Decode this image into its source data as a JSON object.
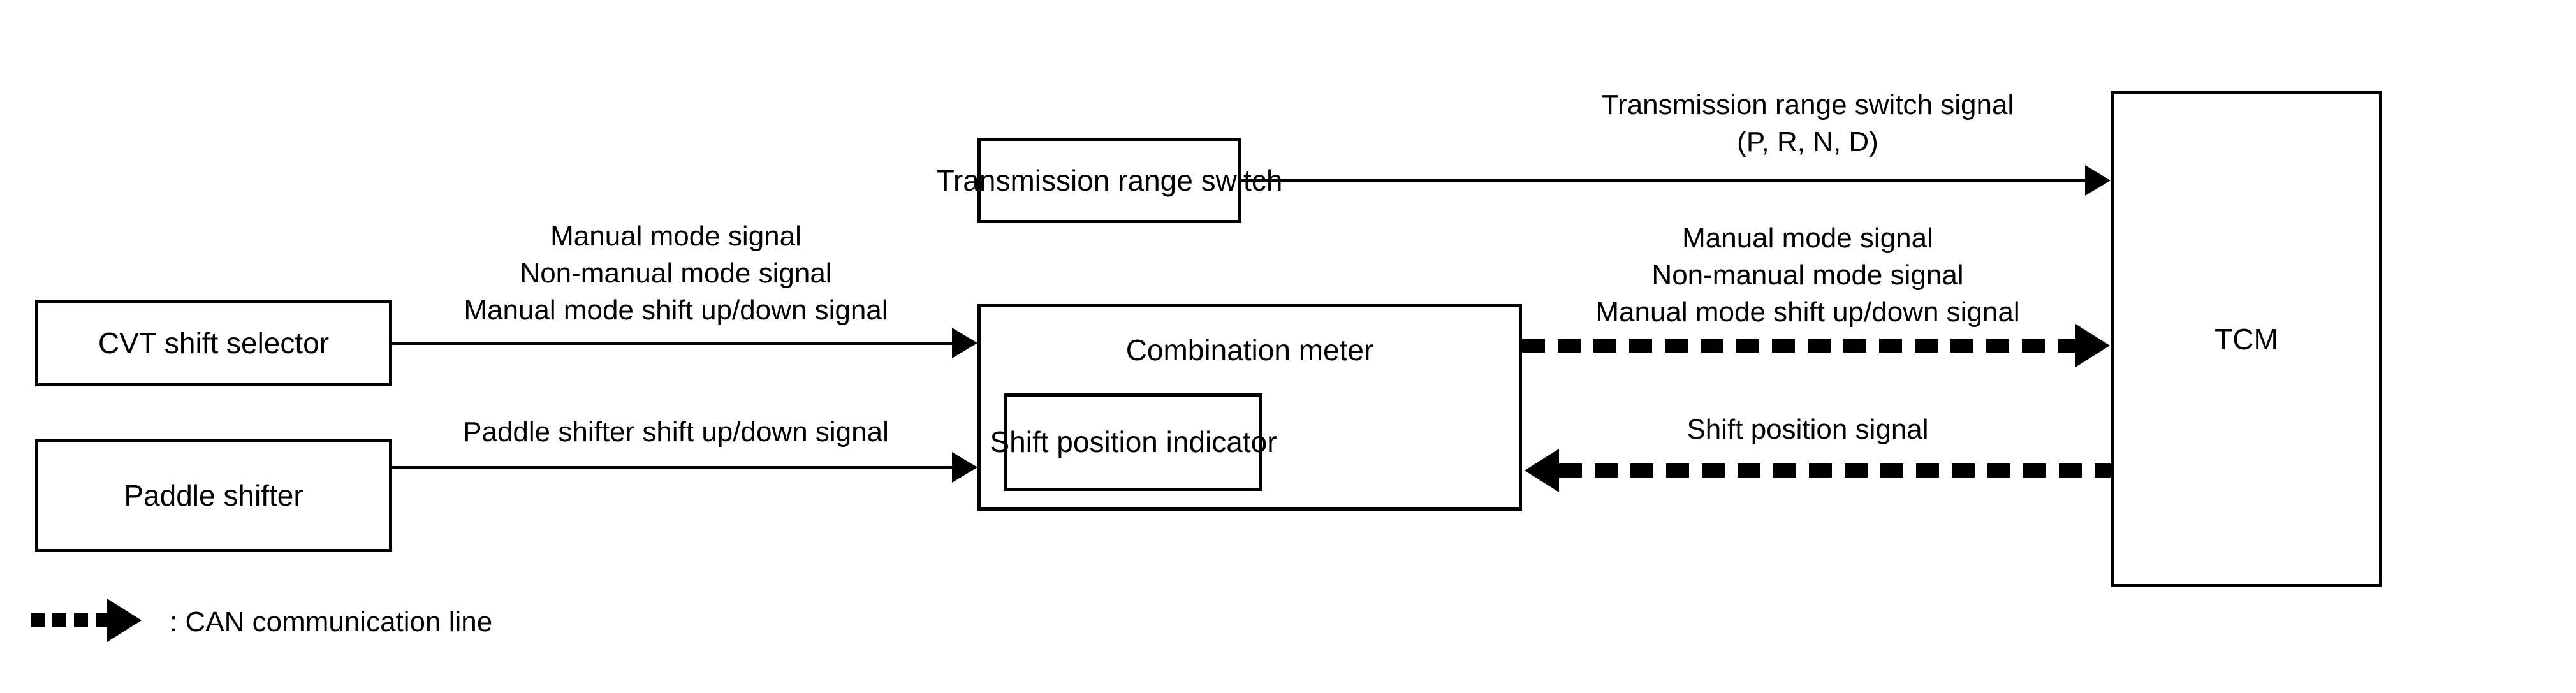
{
  "diagram": {
    "title": "CVT shift control system block diagram",
    "colors": {
      "stroke": "#000000",
      "fill": "#ffffff",
      "text": "#000000"
    },
    "nodes": {
      "cvt_shift_selector": {
        "label": "CVT shift selector"
      },
      "paddle_shifter": {
        "label": "Paddle shifter"
      },
      "transmission_range_switch": {
        "label": "Transmission range switch"
      },
      "combination_meter": {
        "label": "Combination meter",
        "inner": {
          "label": "Shift position indicator"
        }
      },
      "tcm": {
        "label": "TCM"
      }
    },
    "signals": {
      "selector_to_meter": {
        "lines": [
          "Manual mode signal",
          "Non-manual mode signal",
          "Manual mode shift up/down signal"
        ],
        "line_type": "plain",
        "direction": "right"
      },
      "paddle_to_meter": {
        "lines": [
          "Paddle shifter shift up/down signal"
        ],
        "line_type": "plain",
        "direction": "right"
      },
      "range_switch_to_tcm": {
        "lines": [
          "Transmission range switch signal",
          "(P, R, N, D)"
        ],
        "line_type": "plain",
        "direction": "right"
      },
      "meter_to_tcm": {
        "lines": [
          "Manual mode signal",
          "Non-manual mode signal",
          "Manual mode shift up/down signal"
        ],
        "line_type": "can",
        "direction": "right"
      },
      "tcm_to_meter": {
        "lines": [
          "Shift position signal"
        ],
        "line_type": "can",
        "direction": "left"
      }
    },
    "legend": {
      "icon": "can-communication-arrow",
      "text": ": CAN communication line"
    }
  }
}
